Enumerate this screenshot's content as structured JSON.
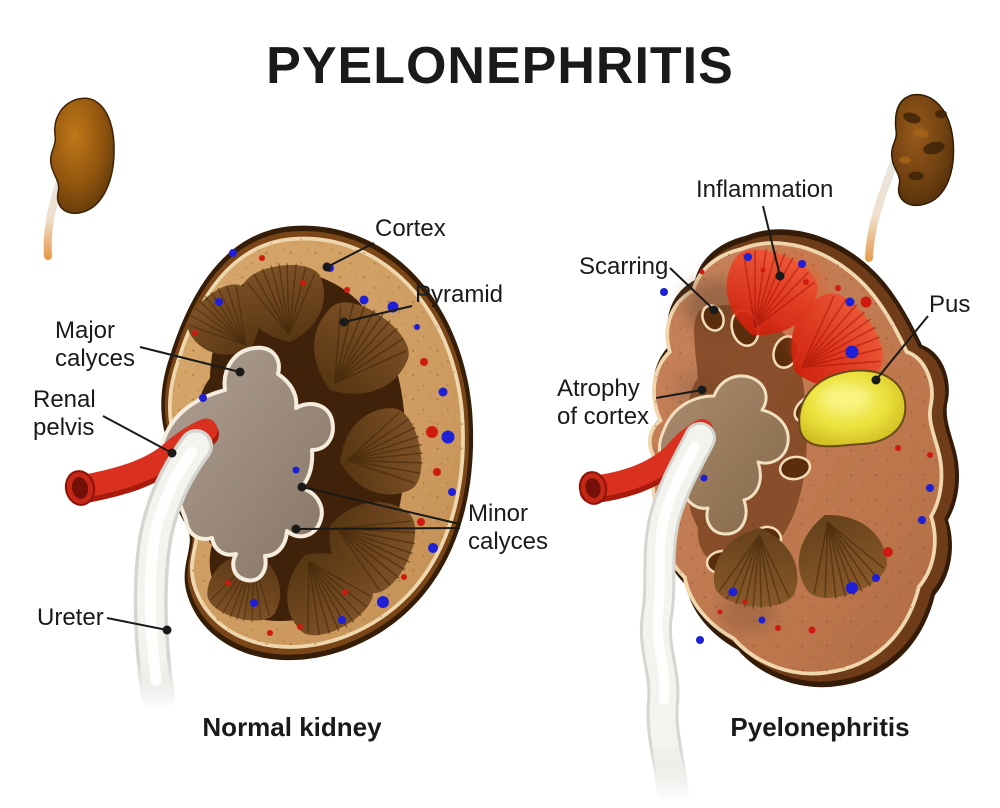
{
  "title": "PYELONEPHRITIS",
  "panels": {
    "left": {
      "caption": "Normal kidney",
      "labels": {
        "cortex": "Cortex",
        "pyramid": "Pyramid",
        "major_calyces": "Major calyces",
        "renal_pelvis": "Renal pelvis",
        "minor_calyces": "Minor calyces",
        "ureter": "Ureter"
      }
    },
    "right": {
      "caption": "Pyelonephritis",
      "labels": {
        "inflammation": "Inflammation",
        "scarring": "Scarring",
        "pus": "Pus",
        "atrophy_of_cortex": "Atrophy of cortex"
      }
    }
  },
  "colors": {
    "background": "#ffffff",
    "text": "#1a1a1a",
    "leader_line": "#1a1a1a",
    "artery_red": "#d9301f",
    "ureter_white": "#f3f3f0",
    "cortex_normal": "#cf9d61",
    "cortex_diseased": "#c07950",
    "capsule_brown": "#3a1f08",
    "pyramid_brown": "#6b4420",
    "pelvis_taupe": "#a39080",
    "inflammation_red": "#e8452a",
    "pus_yellow": "#f0e44a",
    "scar_brown": "#8a6040",
    "dot_red": "#cf1a10",
    "dot_blue": "#1f1fd6"
  }
}
